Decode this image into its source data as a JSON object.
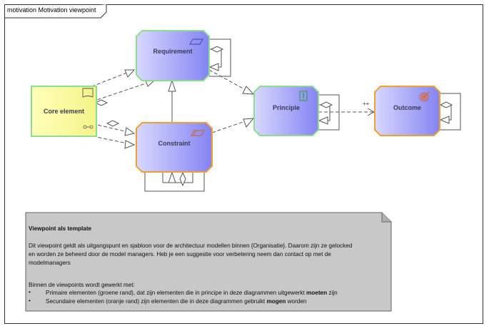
{
  "frame": {
    "title": "motivation Motivation viewpoint"
  },
  "nodes": {
    "core_element": {
      "label": "Core element"
    },
    "requirement": {
      "label": "Requirement"
    },
    "constraint": {
      "label": "Constraint"
    },
    "principle": {
      "label": "Principle"
    },
    "outcome": {
      "label": "Outcome"
    }
  },
  "connectors": {
    "principle_outcome_multiplicity": "++"
  },
  "note": {
    "title": "Viewpoint als template",
    "paragraph_1_line_1": "Dit viewpoint geldt als uitgangspunt en sjabloon voor de architectuur modellen binnen {Organisatie}. Daarom zijn ze gelocked",
    "paragraph_1_line_2": "en worden ze beheerd door de model managers. Heb je een suggestie voor verbetering neem dan contact op met de",
    "paragraph_1_line_3": "modelmanagers",
    "paragraph_2": "Binnen de viewpoints wordt gewerkt met:",
    "bullet_1_pre": "Primaire elementen (groene rand), dat zijn elementen die in principe in deze diagrammen uitgewerkt ",
    "bullet_1_bold": "moeten",
    "bullet_1_post": " zijn",
    "bullet_2_pre": "Secundaire elementen (oranje rand) zijn elementen die in deze diagrammen gebruikt ",
    "bullet_2_bold": "mogen",
    "bullet_2_post": " worden",
    "bullet_marker": "•"
  },
  "colors": {
    "primary_border": "#7fd67f",
    "secondary_border": "#f0a030",
    "motivation_fill_light": "#d8d8ff",
    "motivation_fill_dark": "#8080f0",
    "core_fill": "#ffffa0",
    "note_fill": "#c8c8c8"
  }
}
